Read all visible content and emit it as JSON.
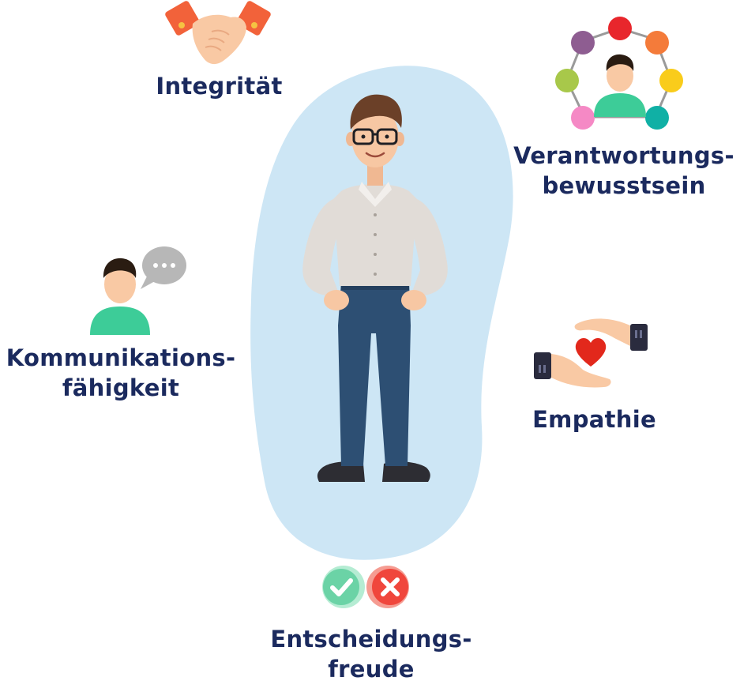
{
  "labels": {
    "integritaet": "Integrität",
    "verantwortung_line1": "Verantwortungs-",
    "verantwortung_line2": "bewusstsein",
    "kommunikation_line1": "Kommunikations-",
    "kommunikation_line2": "fähigkeit",
    "empathie": "Empathie",
    "entscheidung_line1": "Entscheidungs-",
    "entscheidung_line2": "freude"
  },
  "icons": {
    "handshake": "handshake-icon",
    "network": "people-network-icon",
    "communication": "person-speech-bubble-icon",
    "empathy": "hands-heart-icon",
    "decision": "check-cross-icon",
    "person": "man-with-glasses-illustration"
  },
  "colors": {
    "text": "#1b2a5e",
    "blob": "#cde6f5",
    "shirt": "#e1dcd7",
    "jeans": "#2d4f73",
    "check": "#6bd3a6",
    "cross": "#f0463c"
  }
}
